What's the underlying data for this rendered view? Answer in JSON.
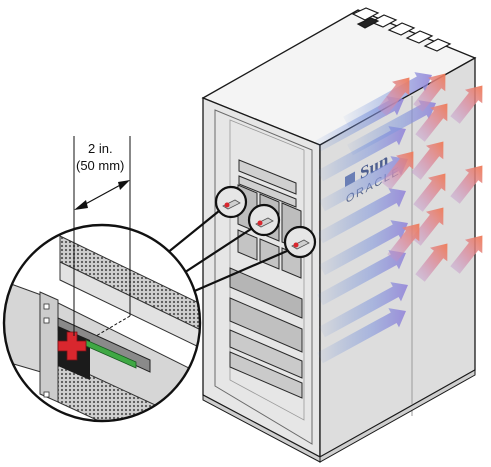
{
  "dimension": {
    "line1": "2 in.",
    "line2": "(50 mm)"
  },
  "cabinet": {
    "brand_top": "Sun",
    "brand_bottom": "ORACLE",
    "color_body": "#e6e6e6",
    "color_top": "#f4f4f4",
    "color_side": "#dcdcdc",
    "color_lines": "#1a1a1a"
  },
  "airflow": {
    "intake_color": "#6a8fd8",
    "exhaust_color": "#e37a5c"
  },
  "callout": {
    "magnified_circles": 3,
    "accent_color": "#d9272e",
    "led_color": "#3fa844"
  }
}
